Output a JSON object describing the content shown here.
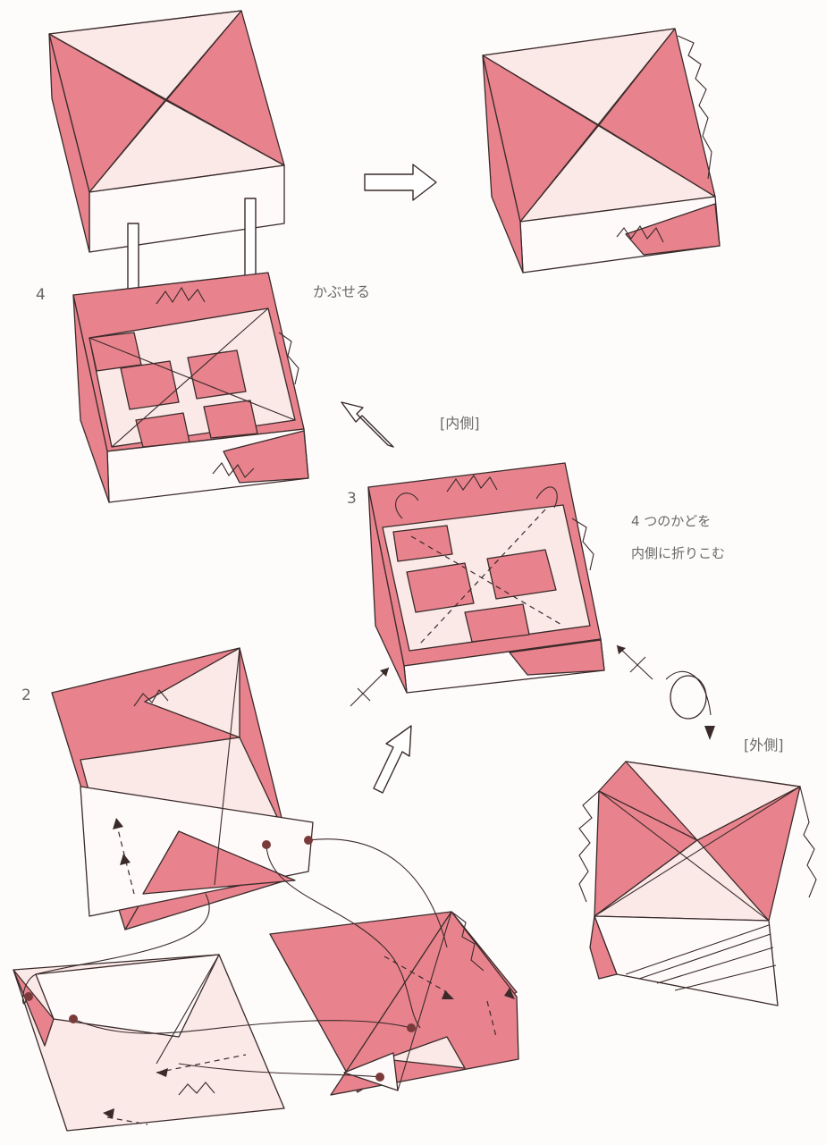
{
  "steps": {
    "step2": "2",
    "step3": "3",
    "step4": "4"
  },
  "labels": {
    "cover": "かぶせる",
    "inside": "[内側]",
    "outside": "[外側]",
    "fold_line1": "4 つのかどを",
    "fold_line2": "内側に折りこむ"
  },
  "colors": {
    "pink": "#e8838d",
    "light_pink": "#fbe9e8",
    "outline": "#3a2a2a"
  }
}
